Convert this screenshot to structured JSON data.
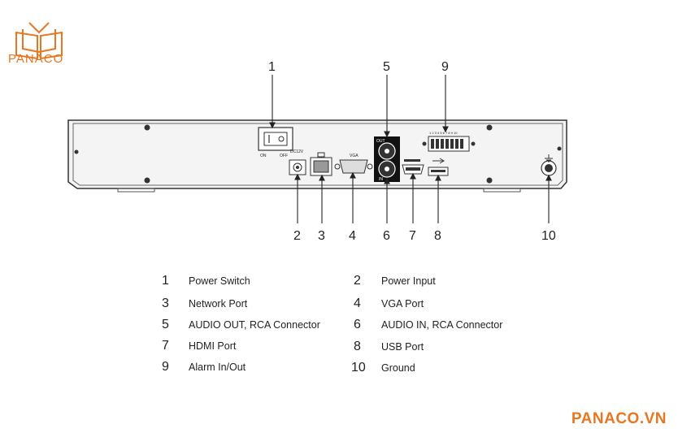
{
  "brand": {
    "logo_text": "PANACO",
    "watermark": "PANACO.VN",
    "color": "#e87722"
  },
  "device": {
    "switch_labels": {
      "on": "ON",
      "off": "OFF"
    },
    "power_label": "DC12V",
    "vga_label": "VGA",
    "audio_out_label": "OUT",
    "audio_in_label": "IN",
    "alarm_pins": "1 2 3 4 5 6 7 8 9 10"
  },
  "callouts": {
    "c1": "1",
    "c2": "2",
    "c3": "3",
    "c4": "4",
    "c5": "5",
    "c6": "6",
    "c7": "7",
    "c8": "8",
    "c9": "9",
    "c10": "10"
  },
  "legend": [
    {
      "num": "1",
      "label": "Power Switch"
    },
    {
      "num": "2",
      "label": "Power Input"
    },
    {
      "num": "3",
      "label": "Network Port"
    },
    {
      "num": "4",
      "label": "VGA Port"
    },
    {
      "num": "5",
      "label": "AUDIO OUT, RCA Connector"
    },
    {
      "num": "6",
      "label": "AUDIO IN, RCA Connector"
    },
    {
      "num": "7",
      "label": "HDMI Port"
    },
    {
      "num": "8",
      "label": "USB Port"
    },
    {
      "num": "9",
      "label": "Alarm In/Out"
    },
    {
      "num": "10",
      "label": "Ground"
    }
  ]
}
